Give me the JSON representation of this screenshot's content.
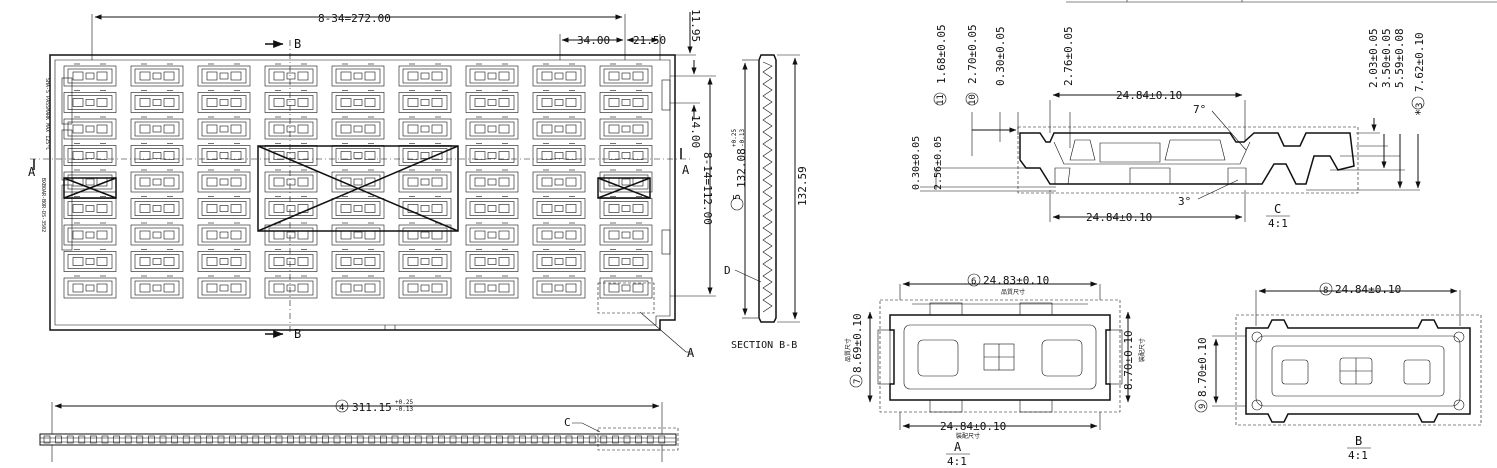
{
  "plan": {
    "dim_pitch_x": "8-34=272.00",
    "dim_34": "34.00",
    "dim_21_5": "21.50",
    "dim_11_95": "11.95",
    "dim_14": "14.00",
    "dim_pitch_y": "8-14=112.00",
    "section_mark": "B",
    "view_mark_a": "A",
    "left_label_1": "SHA-S PASSMARK MAX 125°C",
    "left_label_2": "BXBOAR-BOR-DS-3502",
    "leader_a": "A",
    "rows": 9,
    "cols": 9
  },
  "front": {
    "dim_length_num": "4",
    "dim_length": "311.15",
    "dim_length_tol_up": "+0.25",
    "dim_length_tol_dn": "-0.13",
    "detail_c": "C"
  },
  "section": {
    "dim_width_num": "5",
    "dim_width": "132.08",
    "dim_width_tol_up": "+0.25",
    "dim_width_tol_dn": "-0.13",
    "dim_overall": "132.59",
    "leader_d": "D",
    "title": "SECTION B-B"
  },
  "detail_c": {
    "d11_num": "11",
    "d11": "1.68±0.05",
    "d10_num": "10",
    "d10": "2.70±0.05",
    "d_030a": "0.30±0.05",
    "d_276": "2.76±0.05",
    "d_203": "2.03±0.05",
    "d_350": "3.50±0.05",
    "d_559": "5.59±0.08",
    "d3_num": "3",
    "d3": "7.62±0.10",
    "star": "*",
    "d_030b": "0.30±0.05",
    "d_256": "2.56±0.05",
    "d_2484_top": "24.84±0.10",
    "d_2484_bot": "24.84±0.10",
    "angle_7": "7°",
    "angle_3": "3°",
    "title": "C",
    "scale": "4:1"
  },
  "detail_a": {
    "d6_num": "6",
    "d6": "24.83±0.10",
    "d6_note": "品質尺寸",
    "d7_num": "7",
    "d7": "8.69±0.10",
    "d7_note": "品質尺寸",
    "d_870": "8.70±0.10",
    "d_870_note": "裝配尺寸",
    "d_2484": "24.84±0.10",
    "d_2484_note": "裝配尺寸",
    "title": "A",
    "scale": "4:1"
  },
  "detail_b": {
    "d8_num": "8",
    "d8": "24.84±0.10",
    "d9_num": "9",
    "d9": "8.70±0.10",
    "title": "B",
    "scale": "4:1"
  }
}
